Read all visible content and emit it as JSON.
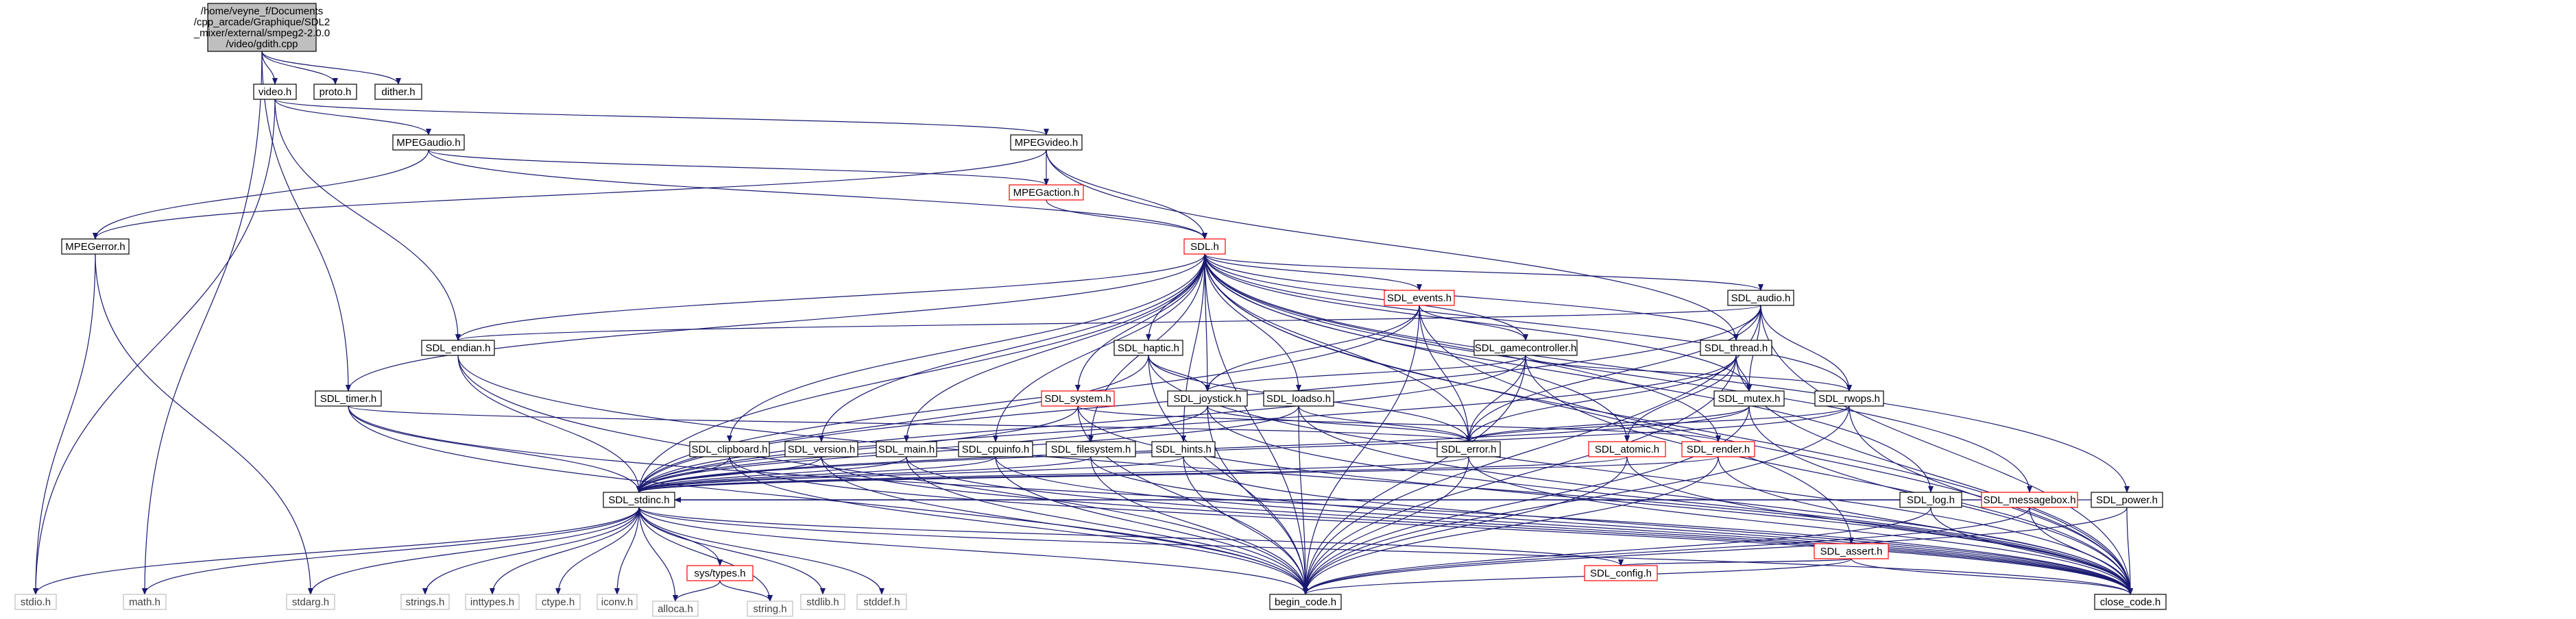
{
  "colors": {
    "edge": "#191970",
    "root_fill": "#bfbfbf",
    "node_fill": "#ffffff",
    "node_stroke": "#000000",
    "truncated_stroke": "#ff0000",
    "leaf_stroke": "#bfbfbf",
    "leaf_text": "#404040"
  },
  "nodes": [
    {
      "id": "root",
      "lines": [
        "/home/veyne_f/Documents",
        "/cpp_arcade/Graphique/SDL2",
        "_mixer/external/smpeg2-2.0.0",
        "/video/gdith.cpp"
      ],
      "style": "root"
    },
    {
      "id": "video_h",
      "lines": [
        "video.h"
      ],
      "style": "normal"
    },
    {
      "id": "proto_h",
      "lines": [
        "proto.h"
      ],
      "style": "normal"
    },
    {
      "id": "dither_h",
      "lines": [
        "dither.h"
      ],
      "style": "normal"
    },
    {
      "id": "MPEGaudio_h",
      "lines": [
        "MPEGaudio.h"
      ],
      "style": "normal"
    },
    {
      "id": "MPEGvideo_h",
      "lines": [
        "MPEGvideo.h"
      ],
      "style": "normal"
    },
    {
      "id": "MPEGaction_h",
      "lines": [
        "MPEGaction.h"
      ],
      "style": "truncated"
    },
    {
      "id": "MPEGerror_h",
      "lines": [
        "MPEGerror.h"
      ],
      "style": "normal"
    },
    {
      "id": "SDL_h",
      "lines": [
        "SDL.h"
      ],
      "style": "truncated"
    },
    {
      "id": "SDL_events_h",
      "lines": [
        "SDL_events.h"
      ],
      "style": "truncated"
    },
    {
      "id": "SDL_audio_h",
      "lines": [
        "SDL_audio.h"
      ],
      "style": "normal"
    },
    {
      "id": "SDL_endian_h",
      "lines": [
        "SDL_endian.h"
      ],
      "style": "normal"
    },
    {
      "id": "SDL_haptic_h",
      "lines": [
        "SDL_haptic.h"
      ],
      "style": "normal"
    },
    {
      "id": "SDL_gamecontroller_h",
      "lines": [
        "SDL_gamecontroller.h"
      ],
      "style": "normal"
    },
    {
      "id": "SDL_thread_h",
      "lines": [
        "SDL_thread.h"
      ],
      "style": "normal"
    },
    {
      "id": "SDL_timer_h",
      "lines": [
        "SDL_timer.h"
      ],
      "style": "normal"
    },
    {
      "id": "SDL_system_h",
      "lines": [
        "SDL_system.h"
      ],
      "style": "truncated"
    },
    {
      "id": "SDL_joystick_h",
      "lines": [
        "SDL_joystick.h"
      ],
      "style": "normal"
    },
    {
      "id": "SDL_loadso_h",
      "lines": [
        "SDL_loadso.h"
      ],
      "style": "normal"
    },
    {
      "id": "SDL_mutex_h",
      "lines": [
        "SDL_mutex.h"
      ],
      "style": "normal"
    },
    {
      "id": "SDL_rwops_h",
      "lines": [
        "SDL_rwops.h"
      ],
      "style": "normal"
    },
    {
      "id": "SDL_error_h",
      "lines": [
        "SDL_error.h"
      ],
      "style": "normal"
    },
    {
      "id": "SDL_clipboard_h",
      "lines": [
        "SDL_clipboard.h"
      ],
      "style": "normal"
    },
    {
      "id": "SDL_version_h",
      "lines": [
        "SDL_version.h"
      ],
      "style": "normal"
    },
    {
      "id": "SDL_main_h",
      "lines": [
        "SDL_main.h"
      ],
      "style": "normal"
    },
    {
      "id": "SDL_cpuinfo_h",
      "lines": [
        "SDL_cpuinfo.h"
      ],
      "style": "normal"
    },
    {
      "id": "SDL_filesystem_h",
      "lines": [
        "SDL_filesystem.h"
      ],
      "style": "normal"
    },
    {
      "id": "SDL_hints_h",
      "lines": [
        "SDL_hints.h"
      ],
      "style": "normal"
    },
    {
      "id": "SDL_atomic_h",
      "lines": [
        "SDL_atomic.h"
      ],
      "style": "truncated"
    },
    {
      "id": "SDL_render_h",
      "lines": [
        "SDL_render.h"
      ],
      "style": "truncated"
    },
    {
      "id": "SDL_log_h",
      "lines": [
        "SDL_log.h"
      ],
      "style": "normal"
    },
    {
      "id": "SDL_messagebox_h",
      "lines": [
        "SDL_messagebox.h"
      ],
      "style": "truncated"
    },
    {
      "id": "SDL_power_h",
      "lines": [
        "SDL_power.h"
      ],
      "style": "normal"
    },
    {
      "id": "SDL_assert_h",
      "lines": [
        "SDL_assert.h"
      ],
      "style": "truncated"
    },
    {
      "id": "SDL_stdinc_h",
      "lines": [
        "SDL_stdinc.h"
      ],
      "style": "normal"
    },
    {
      "id": "SDL_config_h",
      "lines": [
        "SDL_config.h"
      ],
      "style": "truncated"
    },
    {
      "id": "begin_code_h",
      "lines": [
        "begin_code.h"
      ],
      "style": "normal"
    },
    {
      "id": "close_code_h",
      "lines": [
        "close_code.h"
      ],
      "style": "normal"
    },
    {
      "id": "sys_types_h",
      "lines": [
        "sys/types.h"
      ],
      "style": "truncated"
    },
    {
      "id": "stdio_h",
      "lines": [
        "stdio.h"
      ],
      "style": "leaf"
    },
    {
      "id": "math_h",
      "lines": [
        "math.h"
      ],
      "style": "leaf"
    },
    {
      "id": "stdarg_h",
      "lines": [
        "stdarg.h"
      ],
      "style": "leaf"
    },
    {
      "id": "strings_h",
      "lines": [
        "strings.h"
      ],
      "style": "leaf"
    },
    {
      "id": "inttypes_h",
      "lines": [
        "inttypes.h"
      ],
      "style": "leaf"
    },
    {
      "id": "ctype_h",
      "lines": [
        "ctype.h"
      ],
      "style": "leaf"
    },
    {
      "id": "iconv_h",
      "lines": [
        "iconv.h"
      ],
      "style": "leaf"
    },
    {
      "id": "stdlib_h",
      "lines": [
        "stdlib.h"
      ],
      "style": "leaf"
    },
    {
      "id": "stddef_h",
      "lines": [
        "stddef.h"
      ],
      "style": "leaf"
    },
    {
      "id": "alloca_h",
      "lines": [
        "alloca.h"
      ],
      "style": "leaf"
    },
    {
      "id": "string_h",
      "lines": [
        "string.h"
      ],
      "style": "leaf"
    }
  ],
  "edges": [
    [
      "root",
      "video_h"
    ],
    [
      "root",
      "proto_h"
    ],
    [
      "root",
      "dither_h"
    ],
    [
      "root",
      "SDL_timer_h"
    ],
    [
      "root",
      "math_h"
    ],
    [
      "video_h",
      "MPEGaudio_h"
    ],
    [
      "video_h",
      "MPEGvideo_h"
    ],
    [
      "video_h",
      "SDL_endian_h"
    ],
    [
      "video_h",
      "stdio_h"
    ],
    [
      "MPEGaudio_h",
      "MPEGerror_h"
    ],
    [
      "MPEGaudio_h",
      "MPEGaction_h"
    ],
    [
      "MPEGaudio_h",
      "SDL_h"
    ],
    [
      "MPEGvideo_h",
      "MPEGaction_h"
    ],
    [
      "MPEGvideo_h",
      "SDL_h"
    ],
    [
      "MPEGvideo_h",
      "MPEGerror_h"
    ],
    [
      "MPEGvideo_h",
      "SDL_thread_h"
    ],
    [
      "MPEGaction_h",
      "SDL_h"
    ],
    [
      "MPEGerror_h",
      "stdio_h"
    ],
    [
      "MPEGerror_h",
      "stdarg_h"
    ],
    [
      "SDL_h",
      "SDL_events_h"
    ],
    [
      "SDL_h",
      "SDL_audio_h"
    ],
    [
      "SDL_h",
      "SDL_endian_h"
    ],
    [
      "SDL_h",
      "SDL_haptic_h"
    ],
    [
      "SDL_h",
      "SDL_gamecontroller_h"
    ],
    [
      "SDL_h",
      "SDL_thread_h"
    ],
    [
      "SDL_h",
      "SDL_timer_h"
    ],
    [
      "SDL_h",
      "SDL_system_h"
    ],
    [
      "SDL_h",
      "SDL_joystick_h"
    ],
    [
      "SDL_h",
      "SDL_loadso_h"
    ],
    [
      "SDL_h",
      "SDL_mutex_h"
    ],
    [
      "SDL_h",
      "SDL_rwops_h"
    ],
    [
      "SDL_h",
      "SDL_error_h"
    ],
    [
      "SDL_h",
      "SDL_clipboard_h"
    ],
    [
      "SDL_h",
      "SDL_version_h"
    ],
    [
      "SDL_h",
      "SDL_main_h"
    ],
    [
      "SDL_h",
      "SDL_cpuinfo_h"
    ],
    [
      "SDL_h",
      "SDL_filesystem_h"
    ],
    [
      "SDL_h",
      "SDL_hints_h"
    ],
    [
      "SDL_h",
      "SDL_atomic_h"
    ],
    [
      "SDL_h",
      "SDL_render_h"
    ],
    [
      "SDL_h",
      "SDL_log_h"
    ],
    [
      "SDL_h",
      "SDL_messagebox_h"
    ],
    [
      "SDL_h",
      "SDL_power_h"
    ],
    [
      "SDL_h",
      "SDL_assert_h"
    ],
    [
      "SDL_h",
      "SDL_stdinc_h"
    ],
    [
      "SDL_h",
      "begin_code_h"
    ],
    [
      "SDL_h",
      "close_code_h"
    ],
    [
      "SDL_events_h",
      "SDL_joystick_h"
    ],
    [
      "SDL_events_h",
      "SDL_gamecontroller_h"
    ],
    [
      "SDL_events_h",
      "SDL_error_h"
    ],
    [
      "SDL_events_h",
      "begin_code_h"
    ],
    [
      "SDL_events_h",
      "close_code_h"
    ],
    [
      "SDL_events_h",
      "SDL_stdinc_h"
    ],
    [
      "SDL_audio_h",
      "SDL_endian_h"
    ],
    [
      "SDL_audio_h",
      "SDL_thread_h"
    ],
    [
      "SDL_audio_h",
      "SDL_mutex_h"
    ],
    [
      "SDL_audio_h",
      "SDL_rwops_h"
    ],
    [
      "SDL_audio_h",
      "SDL_error_h"
    ],
    [
      "SDL_audio_h",
      "begin_code_h"
    ],
    [
      "SDL_audio_h",
      "close_code_h"
    ],
    [
      "SDL_audio_h",
      "SDL_stdinc_h"
    ],
    [
      "SDL_endian_h",
      "SDL_stdinc_h"
    ],
    [
      "SDL_endian_h",
      "begin_code_h"
    ],
    [
      "SDL_endian_h",
      "close_code_h"
    ],
    [
      "SDL_haptic_h",
      "SDL_joystick_h"
    ],
    [
      "SDL_haptic_h",
      "SDL_error_h"
    ],
    [
      "SDL_haptic_h",
      "begin_code_h"
    ],
    [
      "SDL_haptic_h",
      "close_code_h"
    ],
    [
      "SDL_haptic_h",
      "SDL_stdinc_h"
    ],
    [
      "SDL_gamecontroller_h",
      "SDL_joystick_h"
    ],
    [
      "SDL_gamecontroller_h",
      "SDL_rwops_h"
    ],
    [
      "SDL_gamecontroller_h",
      "SDL_error_h"
    ],
    [
      "SDL_gamecontroller_h",
      "begin_code_h"
    ],
    [
      "SDL_gamecontroller_h",
      "close_code_h"
    ],
    [
      "SDL_gamecontroller_h",
      "SDL_stdinc_h"
    ],
    [
      "SDL_thread_h",
      "SDL_mutex_h"
    ],
    [
      "SDL_thread_h",
      "SDL_atomic_h"
    ],
    [
      "SDL_thread_h",
      "SDL_error_h"
    ],
    [
      "SDL_thread_h",
      "begin_code_h"
    ],
    [
      "SDL_thread_h",
      "close_code_h"
    ],
    [
      "SDL_thread_h",
      "SDL_stdinc_h"
    ],
    [
      "SDL_timer_h",
      "SDL_stdinc_h"
    ],
    [
      "SDL_timer_h",
      "SDL_error_h"
    ],
    [
      "SDL_timer_h",
      "begin_code_h"
    ],
    [
      "SDL_timer_h",
      "close_code_h"
    ],
    [
      "SDL_system_h",
      "SDL_render_h"
    ],
    [
      "SDL_system_h",
      "begin_code_h"
    ],
    [
      "SDL_system_h",
      "close_code_h"
    ],
    [
      "SDL_system_h",
      "SDL_stdinc_h"
    ],
    [
      "SDL_joystick_h",
      "SDL_error_h"
    ],
    [
      "SDL_joystick_h",
      "begin_code_h"
    ],
    [
      "SDL_joystick_h",
      "close_code_h"
    ],
    [
      "SDL_joystick_h",
      "SDL_stdinc_h"
    ],
    [
      "SDL_loadso_h",
      "SDL_error_h"
    ],
    [
      "SDL_loadso_h",
      "begin_code_h"
    ],
    [
      "SDL_loadso_h",
      "close_code_h"
    ],
    [
      "SDL_loadso_h",
      "SDL_stdinc_h"
    ],
    [
      "SDL_mutex_h",
      "SDL_error_h"
    ],
    [
      "SDL_mutex_h",
      "begin_code_h"
    ],
    [
      "SDL_mutex_h",
      "close_code_h"
    ],
    [
      "SDL_mutex_h",
      "SDL_stdinc_h"
    ],
    [
      "SDL_rwops_h",
      "SDL_error_h"
    ],
    [
      "SDL_rwops_h",
      "begin_code_h"
    ],
    [
      "SDL_rwops_h",
      "close_code_h"
    ],
    [
      "SDL_rwops_h",
      "SDL_stdinc_h"
    ],
    [
      "SDL_error_h",
      "SDL_stdinc_h"
    ],
    [
      "SDL_error_h",
      "begin_code_h"
    ],
    [
      "SDL_error_h",
      "close_code_h"
    ],
    [
      "SDL_clipboard_h",
      "SDL_stdinc_h"
    ],
    [
      "SDL_clipboard_h",
      "begin_code_h"
    ],
    [
      "SDL_clipboard_h",
      "close_code_h"
    ],
    [
      "SDL_version_h",
      "SDL_stdinc_h"
    ],
    [
      "SDL_version_h",
      "begin_code_h"
    ],
    [
      "SDL_version_h",
      "close_code_h"
    ],
    [
      "SDL_main_h",
      "SDL_stdinc_h"
    ],
    [
      "SDL_main_h",
      "begin_code_h"
    ],
    [
      "SDL_main_h",
      "close_code_h"
    ],
    [
      "SDL_cpuinfo_h",
      "SDL_stdinc_h"
    ],
    [
      "SDL_cpuinfo_h",
      "begin_code_h"
    ],
    [
      "SDL_cpuinfo_h",
      "close_code_h"
    ],
    [
      "SDL_filesystem_h",
      "SDL_stdinc_h"
    ],
    [
      "SDL_filesystem_h",
      "begin_code_h"
    ],
    [
      "SDL_filesystem_h",
      "close_code_h"
    ],
    [
      "SDL_hints_h",
      "SDL_stdinc_h"
    ],
    [
      "SDL_hints_h",
      "begin_code_h"
    ],
    [
      "SDL_hints_h",
      "close_code_h"
    ],
    [
      "SDL_atomic_h",
      "SDL_stdinc_h"
    ],
    [
      "SDL_atomic_h",
      "begin_code_h"
    ],
    [
      "SDL_atomic_h",
      "close_code_h"
    ],
    [
      "SDL_render_h",
      "SDL_stdinc_h"
    ],
    [
      "SDL_render_h",
      "begin_code_h"
    ],
    [
      "SDL_render_h",
      "close_code_h"
    ],
    [
      "SDL_log_h",
      "SDL_stdinc_h"
    ],
    [
      "SDL_log_h",
      "begin_code_h"
    ],
    [
      "SDL_log_h",
      "close_code_h"
    ],
    [
      "SDL_messagebox_h",
      "SDL_stdinc_h"
    ],
    [
      "SDL_messagebox_h",
      "begin_code_h"
    ],
    [
      "SDL_messagebox_h",
      "close_code_h"
    ],
    [
      "SDL_power_h",
      "SDL_stdinc_h"
    ],
    [
      "SDL_power_h",
      "begin_code_h"
    ],
    [
      "SDL_power_h",
      "close_code_h"
    ],
    [
      "SDL_assert_h",
      "SDL_config_h"
    ],
    [
      "SDL_assert_h",
      "begin_code_h"
    ],
    [
      "SDL_assert_h",
      "close_code_h"
    ],
    [
      "SDL_stdinc_h",
      "stdio_h"
    ],
    [
      "SDL_stdinc_h",
      "math_h"
    ],
    [
      "SDL_stdinc_h",
      "stdarg_h"
    ],
    [
      "SDL_stdinc_h",
      "strings_h"
    ],
    [
      "SDL_stdinc_h",
      "inttypes_h"
    ],
    [
      "SDL_stdinc_h",
      "ctype_h"
    ],
    [
      "SDL_stdinc_h",
      "iconv_h"
    ],
    [
      "SDL_stdinc_h",
      "sys_types_h"
    ],
    [
      "SDL_stdinc_h",
      "stdlib_h"
    ],
    [
      "SDL_stdinc_h",
      "stddef_h"
    ],
    [
      "SDL_stdinc_h",
      "alloca_h"
    ],
    [
      "SDL_stdinc_h",
      "string_h"
    ],
    [
      "SDL_stdinc_h",
      "SDL_config_h"
    ],
    [
      "SDL_stdinc_h",
      "begin_code_h"
    ],
    [
      "SDL_stdinc_h",
      "close_code_h"
    ],
    [
      "sys_types_h",
      "alloca_h"
    ],
    [
      "sys_types_h",
      "string_h"
    ]
  ]
}
